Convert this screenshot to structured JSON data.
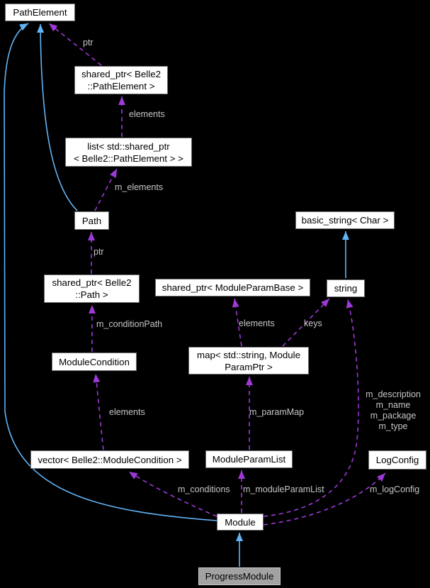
{
  "diagram": {
    "kind": "doxygen-collaboration-graph",
    "focus_class": "ProgressModule",
    "colors": {
      "background": "#000000",
      "inheritance_edge": "#63b4f6",
      "usage_edge": "#9d3ad6",
      "edge_label": "#c6c6c6",
      "node_fill": "#ffffff",
      "node_border": "#6f6f6f",
      "focus_node_fill": "#a2a2a2",
      "focus_node_border": "#c6c6c6"
    }
  },
  "nodes": [
    {
      "id": "pathelement",
      "label": "PathElement"
    },
    {
      "id": "sptr-pathelement",
      "label": "shared_ptr< Belle2\n::PathElement >"
    },
    {
      "id": "list-sptr",
      "label": "list< std::shared_ptr\n< Belle2::PathElement > >"
    },
    {
      "id": "path",
      "label": "Path"
    },
    {
      "id": "sptr-path",
      "label": "shared_ptr< Belle2\n::Path >"
    },
    {
      "id": "modulecondition",
      "label": "ModuleCondition"
    },
    {
      "id": "sptr-mpb",
      "label": "shared_ptr< ModuleParamBase >"
    },
    {
      "id": "basic-string",
      "label": "basic_string< Char >"
    },
    {
      "id": "string",
      "label": "string"
    },
    {
      "id": "map-paramptr",
      "label": "map< std::string, Module\nParamPtr >"
    },
    {
      "id": "vector-mc",
      "label": "vector< Belle2::ModuleCondition >"
    },
    {
      "id": "moduleparamlist",
      "label": "ModuleParamList"
    },
    {
      "id": "logconfig",
      "label": "LogConfig"
    },
    {
      "id": "module",
      "label": "Module"
    },
    {
      "id": "progressmodule",
      "label": "ProgressModule"
    }
  ],
  "edges": [
    {
      "from": "ProgressModule",
      "to": "Module",
      "type": "inheritance",
      "label": ""
    },
    {
      "from": "Module",
      "to": "PathElement",
      "type": "inheritance",
      "label": ""
    },
    {
      "from": "Path",
      "to": "PathElement",
      "type": "inheritance",
      "label": ""
    },
    {
      "from": "string",
      "to": "basic_string< Char >",
      "type": "inheritance",
      "label": ""
    },
    {
      "from": "shared_ptr< Belle2::PathElement >",
      "to": "PathElement",
      "type": "usage",
      "label": "ptr"
    },
    {
      "from": "list< std::shared_ptr< Belle2::PathElement > >",
      "to": "shared_ptr< Belle2::PathElement >",
      "type": "usage",
      "label": "elements"
    },
    {
      "from": "Path",
      "to": "list< std::shared_ptr< Belle2::PathElement > >",
      "type": "usage",
      "label": "m_elements"
    },
    {
      "from": "shared_ptr< Belle2::Path >",
      "to": "Path",
      "type": "usage",
      "label": "ptr"
    },
    {
      "from": "ModuleCondition",
      "to": "shared_ptr< Belle2::Path >",
      "type": "usage",
      "label": "m_conditionPath"
    },
    {
      "from": "vector< Belle2::ModuleCondition >",
      "to": "ModuleCondition",
      "type": "usage",
      "label": "elements"
    },
    {
      "from": "map< std::string, ModuleParamPtr >",
      "to": "shared_ptr< ModuleParamBase >",
      "type": "usage",
      "label": "elements"
    },
    {
      "from": "map< std::string, ModuleParamPtr >",
      "to": "string",
      "type": "usage",
      "label": "keys"
    },
    {
      "from": "ModuleParamList",
      "to": "map< std::string, ModuleParamPtr >",
      "type": "usage",
      "label": "m_paramMap"
    },
    {
      "from": "Module",
      "to": "vector< Belle2::ModuleCondition >",
      "type": "usage",
      "label": "m_conditions"
    },
    {
      "from": "Module",
      "to": "ModuleParamList",
      "type": "usage",
      "label": "m_moduleParamList"
    },
    {
      "from": "Module",
      "to": "string",
      "type": "usage",
      "label": "m_description\nm_name\nm_package\nm_type"
    },
    {
      "from": "Module",
      "to": "LogConfig",
      "type": "usage",
      "label": "m_logConfig"
    }
  ]
}
